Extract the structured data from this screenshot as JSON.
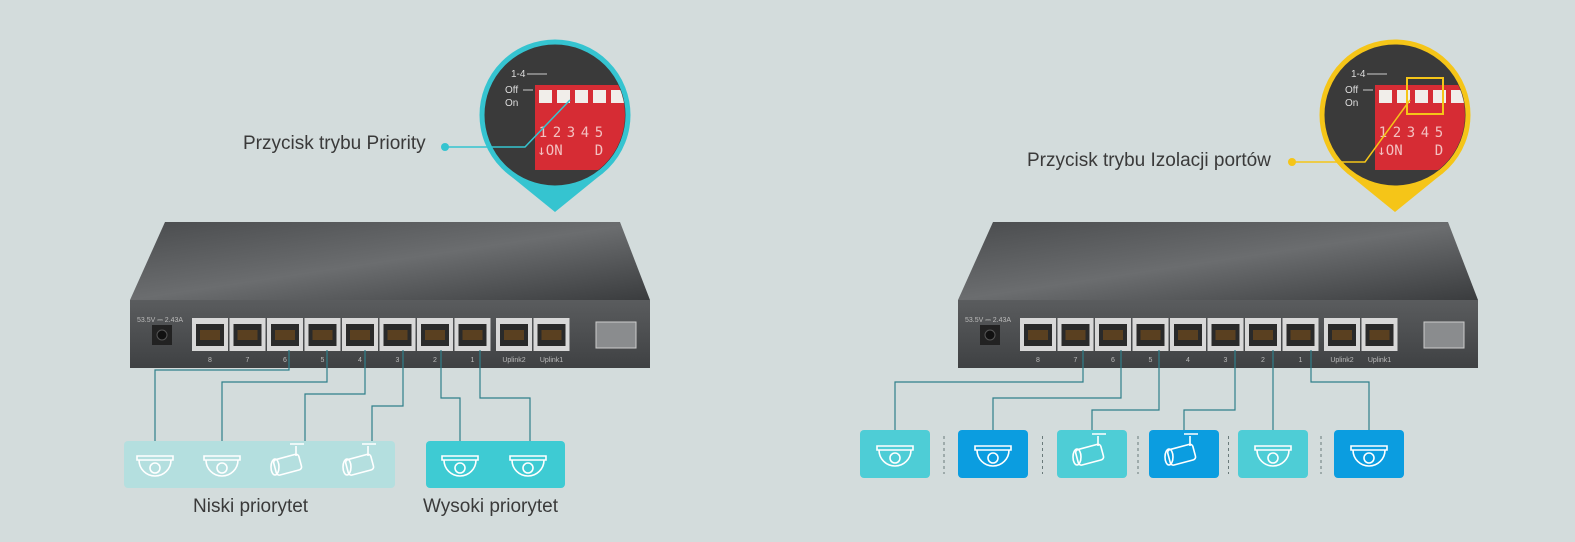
{
  "left_panel": {
    "callout_label": "Przycisk trybu Priority",
    "accent": "#35c4d0",
    "dip": {
      "row_labels": [
        "1-4",
        "Off",
        "On"
      ],
      "numbers": [
        "1",
        "2",
        "3",
        "4",
        "5"
      ],
      "on_text": "↓ON",
      "d_text": "D"
    },
    "power_label": "53.5V ⎓ 2.43A",
    "ports": [
      "8",
      "7",
      "6",
      "5",
      "4",
      "3",
      "2",
      "1",
      "Uplink2",
      "Uplink1"
    ],
    "groups": [
      {
        "label": "Niski priorytet",
        "color": "#b4dfdf",
        "devices": [
          "dome-camera",
          "dome-camera",
          "bullet-camera",
          "bullet-camera"
        ]
      },
      {
        "label": "Wysoki priorytet",
        "color": "#3ecbd3",
        "devices": [
          "dome-camera",
          "dome-camera"
        ]
      }
    ]
  },
  "right_panel": {
    "callout_label": "Przycisk trybu Izolacji portów",
    "accent": "#f5c518",
    "dip": {
      "row_labels": [
        "1-4",
        "Off",
        "On"
      ],
      "numbers": [
        "1",
        "2",
        "3",
        "4",
        "5"
      ],
      "on_text": "↓ON",
      "d_text": "D"
    },
    "power_label": "53.5V ⎓ 2.43A",
    "ports": [
      "8",
      "7",
      "6",
      "5",
      "4",
      "3",
      "2",
      "1",
      "Uplink2",
      "Uplink1"
    ],
    "devices": [
      {
        "icon": "dome-camera",
        "color": "#4ecdd6"
      },
      {
        "icon": "dome-camera",
        "color": "#0b9de0"
      },
      {
        "icon": "bullet-camera",
        "color": "#4ecdd6"
      },
      {
        "icon": "bullet-camera",
        "color": "#0b9de0"
      },
      {
        "icon": "dome-camera",
        "color": "#4ecdd6"
      },
      {
        "icon": "dome-camera",
        "color": "#0b9de0"
      }
    ]
  }
}
